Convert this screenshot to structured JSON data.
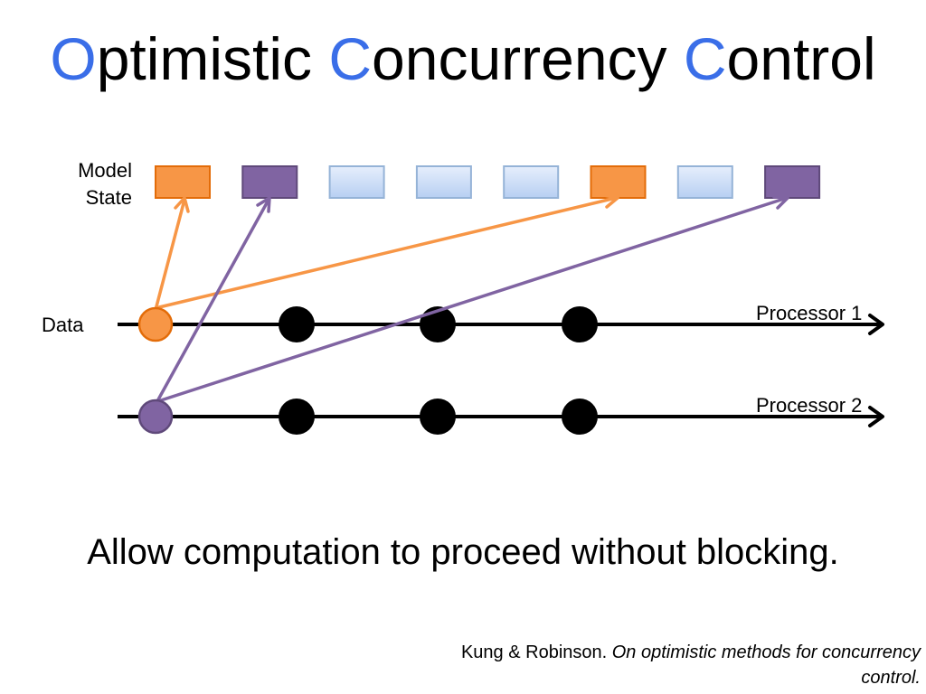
{
  "title": {
    "words": [
      {
        "initial": "O",
        "rest": "ptimistic "
      },
      {
        "initial": "C",
        "rest": "oncurrency "
      },
      {
        "initial": "C",
        "rest": "ontrol"
      }
    ]
  },
  "labels": {
    "model_state_line1": "Model",
    "model_state_line2": "State",
    "data": "Data",
    "processor_1": "Processor 1",
    "processor_2": "Processor 2"
  },
  "model_state": [
    "orange",
    "purple",
    "blue",
    "blue",
    "blue",
    "orange",
    "blue",
    "purple"
  ],
  "colors": {
    "accent": "#3a6ee8",
    "orange": "#f79646",
    "purple": "#8064a2",
    "blue_light": "#dbe8fb",
    "blue_dark": "#a9c4ee",
    "line": "#000000"
  },
  "caption": "Allow computation to proceed without blocking.",
  "citation": {
    "authors": "Kung & Robinson. ",
    "title_line1": "On optimistic methods for concurrency",
    "title_line2": "control."
  }
}
